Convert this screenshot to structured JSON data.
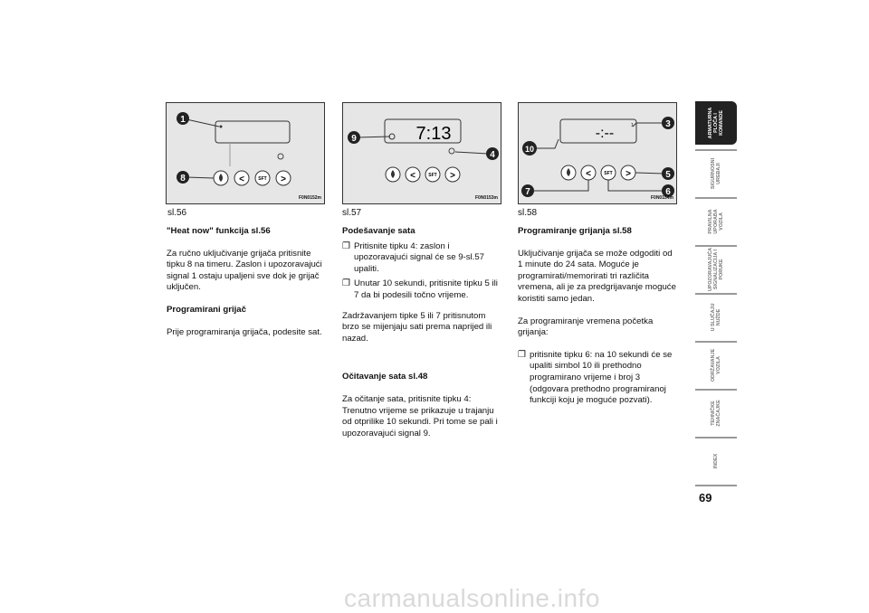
{
  "figures": [
    {
      "code": "F0N0152m",
      "caption": "sl.56",
      "callouts": [
        "1",
        "8"
      ],
      "display": ""
    },
    {
      "code": "F0N0153m",
      "caption": "sl.57",
      "callouts": [
        "9",
        "4"
      ],
      "display": "7:13"
    },
    {
      "code": "F0N0154m",
      "caption": "sl.58",
      "callouts": [
        "3",
        "10",
        "5",
        "7",
        "6"
      ],
      "display": "-:--"
    }
  ],
  "keypad": {
    "drop": "drop-icon",
    "left": "<",
    "sft": "SFT",
    "right": ">"
  },
  "col1": {
    "h1": "\"Heat now\" funkcija sl.56",
    "p1": "Za ručno uključivanje grijača pritisnite tipku 8 na timeru. Zaslon i upozoravajući signal 1 ostaju upaljeni sve dok je grijač uključen.",
    "h2": "Programirani grijač",
    "p2": "Prije programiranja grijača, podesite sat."
  },
  "col2": {
    "h1": "Podešavanje sata",
    "b1": "Pritisnite tipku 4: zaslon i upozoravajući signal će se 9-sl.57 upaliti.",
    "b2": "Unutar 10 sekundi, pritisnite tipku 5 ili 7 da bi podesili točno vrijeme.",
    "p1": "Zadržavanjem tipke 5 ili 7 pritisnutom brzo se mijenjaju sati prema naprijed ili nazad.",
    "h2": "Očitavanje sata sl.48",
    "p2": "Za očitanje sata, pritisnite tipku 4: Trenutno vrijeme se prikazuje u trajanju od otprilike 10 sekundi. Pri tome se pali i upozoravajući signal 9."
  },
  "col3": {
    "h1": "Programiranje grijanja sl.58",
    "p1": "Uključivanje grijača se može odgoditi od 1 minute do 24 sata. Moguće je programirati/memorirati tri različita vremena, ali je za predgrijavanje moguće koristiti samo jedan.",
    "p2": "Za programiranje vremena početka grijanja:",
    "b1": "pritisnite tipku 6: na 10 sekundi će se upaliti simbol 10 ili prethodno programirano vrijeme i broj 3 (odgovara prethodno programiranoj funkciji koju je moguće pozvati)."
  },
  "tabs": [
    {
      "label": "ARMATURNA\nPLOČA I\nKOMANDE",
      "active": true
    },
    {
      "label": "SIGURNOSNI\nUREĐAJI",
      "active": false
    },
    {
      "label": "PRAVILNA\nUPORABA\nVOZILA",
      "active": false
    },
    {
      "label": "UPOZORAVAJUĆA\nSIGNALIZACIJA I\nPORUKE",
      "active": false
    },
    {
      "label": "U SLUČAJU\nNUŽDE",
      "active": false
    },
    {
      "label": "ODRŽAVANJE\nVOZILA",
      "active": false
    },
    {
      "label": "TEHNIČKE\nZNAČAJKE",
      "active": false
    },
    {
      "label": "INDEX",
      "active": false
    }
  ],
  "page_number": "69",
  "watermark": "carmanualsonline.info"
}
